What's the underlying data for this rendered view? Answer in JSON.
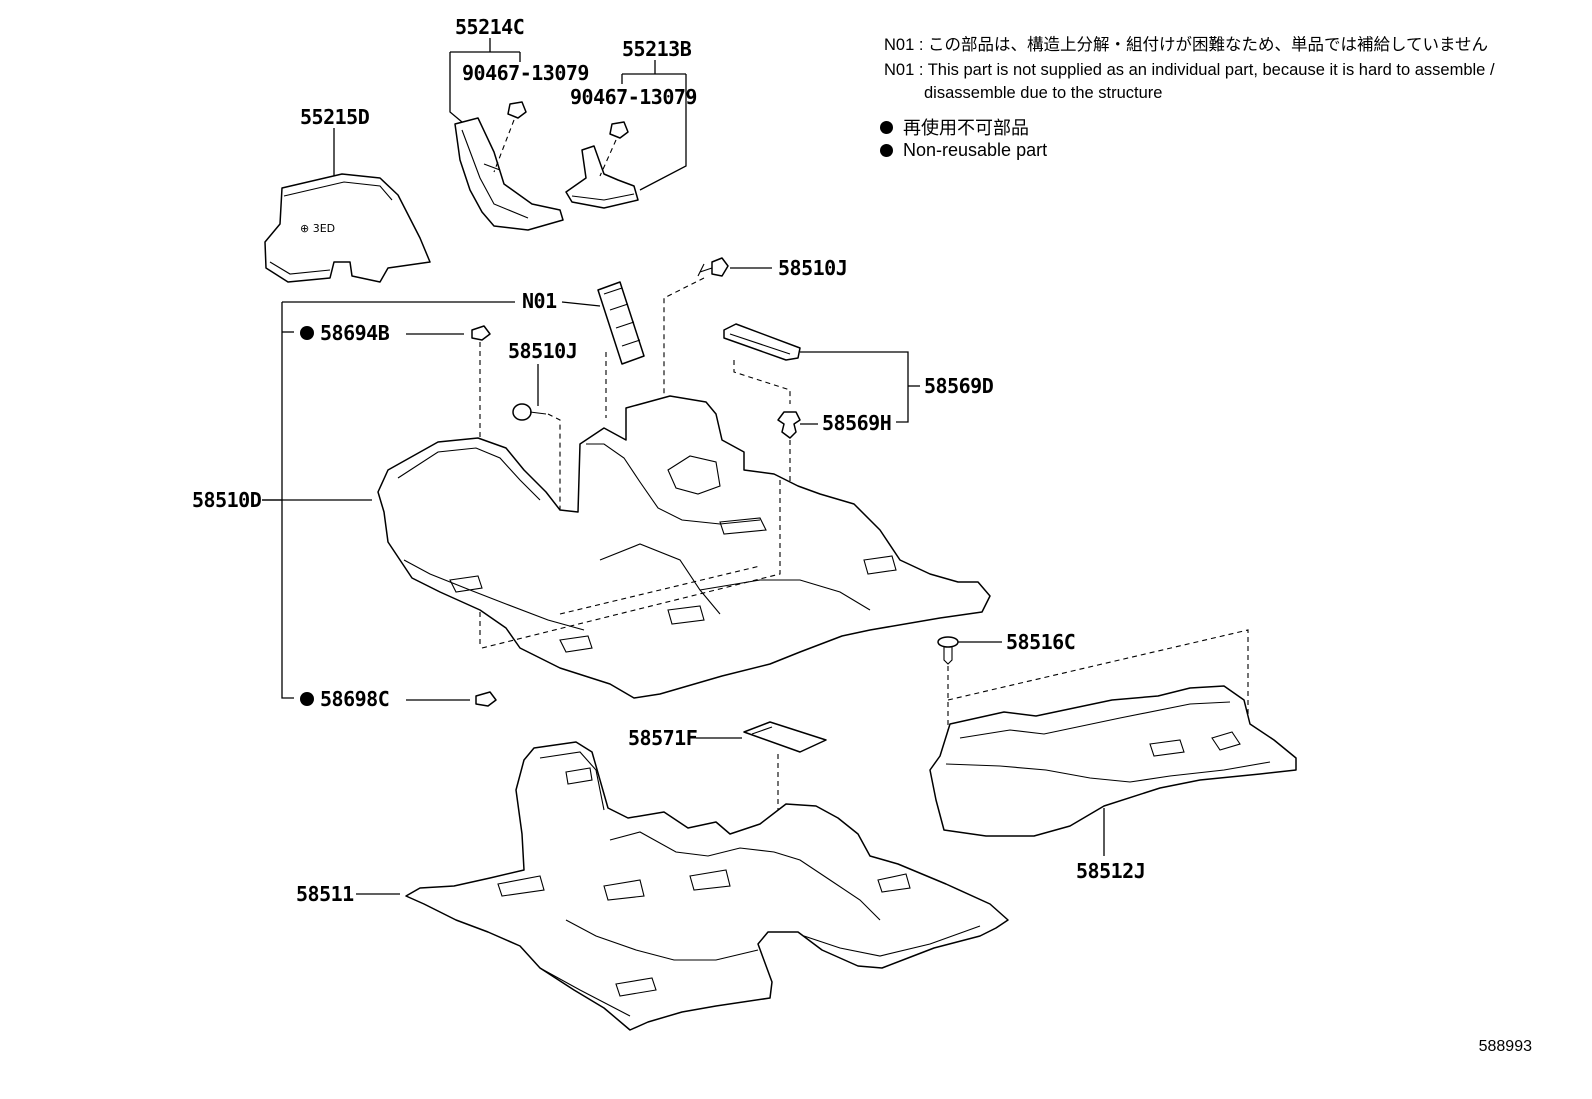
{
  "notes": {
    "note_jp": "N01 : この部品は、構造上分解・組付けが困難なため、単品では補給していません",
    "note_en_1": "N01 : This part is not supplied as an individual part, because it is hard to assemble /",
    "note_en_2": "disassemble due to the structure",
    "legend_jp": "再使用不可部品",
    "legend_en": "Non-reusable part"
  },
  "illustration_number": "588993",
  "labels": {
    "p55214C": "55214C",
    "p90467_a": "90467-13079",
    "p55213B": "55213B",
    "p90467_b": "90467-13079",
    "p55215D": "55215D",
    "p58510J_top": "58510J",
    "pN01": "N01",
    "p58694B": "58694B",
    "p58510J_mid": "58510J",
    "p58569D": "58569D",
    "p58569H": "58569H",
    "p58510D": "58510D",
    "p58516C": "58516C",
    "p58698C": "58698C",
    "p58571F": "58571F",
    "p58511": "58511",
    "p58512J": "58512J"
  },
  "non_reusable_marked": [
    "58694B",
    "58698C"
  ]
}
